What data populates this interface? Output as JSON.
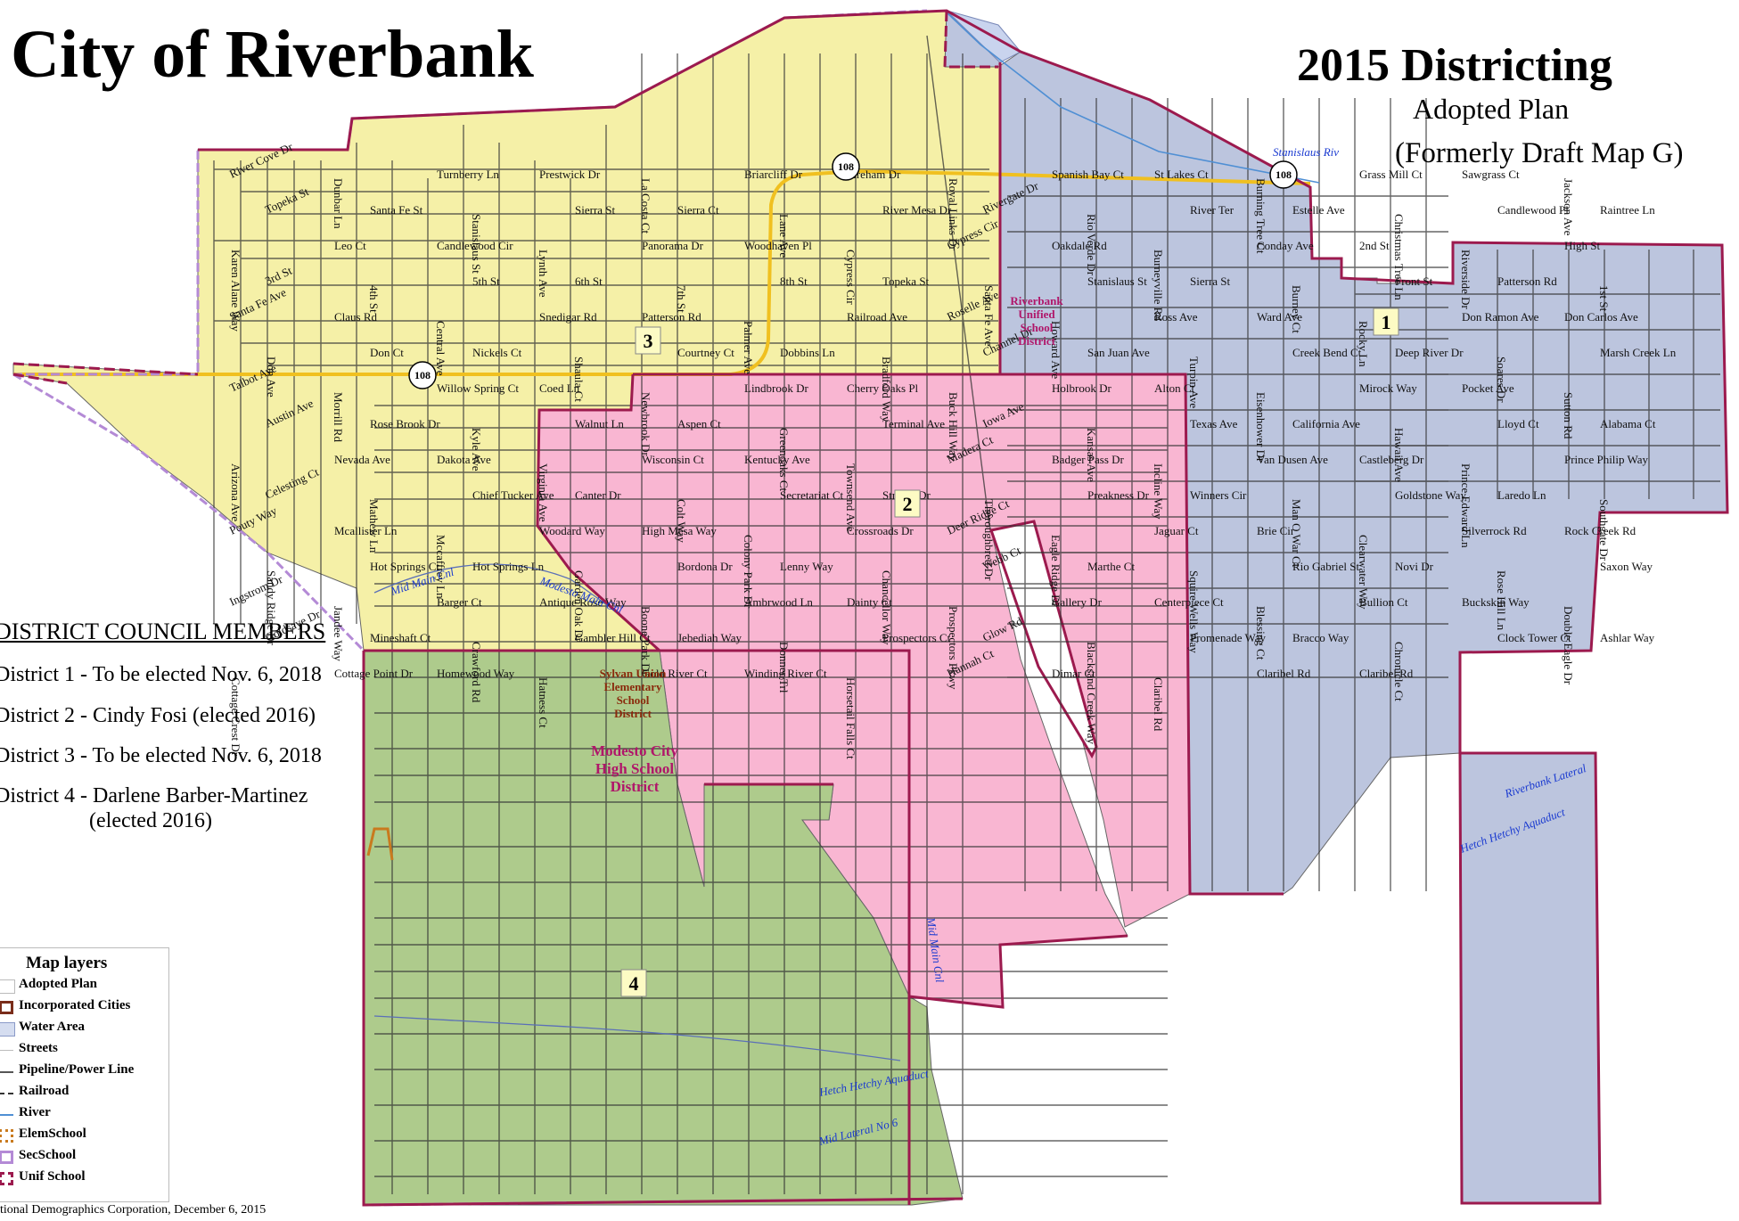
{
  "title": "City of Riverbank",
  "plan": {
    "heading": "2015 Districting",
    "subtitle": "Adopted Plan",
    "note": "(Formerly Draft Map G)"
  },
  "colors": {
    "district1": "#bcc5de",
    "district2": "#f9b6d2",
    "district3": "#f5f0a7",
    "district4": "#aecb8c",
    "boundary": "#9c1a4e",
    "highway": "#f0c020",
    "secschool": "#b48ad6",
    "elemschool": "#c97a1e",
    "river": "#4f8fd4"
  },
  "districts": [
    {
      "number": "1",
      "label": "1"
    },
    {
      "number": "2",
      "label": "2"
    },
    {
      "number": "3",
      "label": "3"
    },
    {
      "number": "4",
      "label": "4"
    }
  ],
  "council": {
    "heading": "DISTRICT COUNCIL MEMBERS",
    "members": [
      "District 1 - To be elected Nov. 6, 2018",
      "District 2 - Cindy Fosi (elected 2016)",
      "District 3 - To be elected Nov. 6, 2018",
      "District 4 - Darlene Barber-Martinez",
      "(elected 2016)"
    ]
  },
  "legend": {
    "title": "Map layers",
    "items": [
      {
        "label": "Adopted Plan",
        "icon": "adopted-plan-swatch"
      },
      {
        "label": "Incorporated Cities",
        "icon": "incorporated-cities-swatch"
      },
      {
        "label": "Water Area",
        "icon": "water-area-swatch"
      },
      {
        "label": "Streets",
        "icon": "streets-line"
      },
      {
        "label": "Pipeline/Power Line",
        "icon": "pipeline-line"
      },
      {
        "label": "Railroad",
        "icon": "railroad-line"
      },
      {
        "label": "River",
        "icon": "river-line"
      },
      {
        "label": "ElemSchool",
        "icon": "elemschool-swatch"
      },
      {
        "label": "SecSchool",
        "icon": "secschool-swatch"
      },
      {
        "label": "Unif School",
        "icon": "unifschool-swatch"
      }
    ]
  },
  "credit": "tional Demographics Corporation, December 6, 2015",
  "school_labels": [
    "Riverbank",
    "Unified",
    "School",
    "District",
    "Sylvan Union",
    "Elementary",
    "School",
    "District",
    "Modesto City",
    "High School",
    "District"
  ],
  "water_labels": [
    "Stanislaus Riv",
    "Modesto Main Cnl",
    "Mid Main Cnl",
    "Mid Main Cnl",
    "Hetch Hetchy Aquaduct",
    "Mid Lateral No 6",
    "Riverbank Lateral",
    "Hetch Hetchy Aquaduct"
  ],
  "highway_shields": [
    "108",
    "108",
    "108"
  ],
  "streets": [
    "River Cove Dr",
    "Dunbar Ln",
    "Turnberry Ln",
    "Prestwick Dr",
    "La Costa Ct",
    "Briarcliff Dr",
    "Fireham Dr",
    "Royal Links Dr",
    "Spanish Bay Ct",
    "St Lakes Ct",
    "Burning Tree Ct",
    "Grass Mill Ct",
    "Sawgrass Ct",
    "Jackson Ave",
    "Topeka St",
    "Santa Fe St",
    "Stanislaus St",
    "Sierra St",
    "Sierra Ct",
    "Lane Ave",
    "River Mesa Dr",
    "Rivergate Dr",
    "Rio Verde Dr",
    "River Ter",
    "Estelle Ave",
    "Christmas Tree Ln",
    "Candlewood Pl",
    "Raintree Ln",
    "Karen Alane Way",
    "Leo Ct",
    "Candlewood Cir",
    "Lynth Ave",
    "Panorama Dr",
    "Woodhaven Pl",
    "Cypress Cir",
    "Cypress Cir",
    "Oakdale Rd",
    "Burneyville Rd",
    "Conday Ave",
    "2nd St",
    "Riverside Dr",
    "High St",
    "3rd St",
    "4th St",
    "5th St",
    "6th St",
    "7th St",
    "8th St",
    "Topeka St",
    "Santa Fe Ave",
    "Stanislaus St",
    "Sierra St",
    "Burney Ct",
    "Front St",
    "Patterson Rd",
    "1st St",
    "Santa Fe Ave",
    "Claus Rd",
    "Central Ave",
    "Snedigar Rd",
    "Patterson Rd",
    "Palmer Ave",
    "Railroad Ave",
    "Roselle Ave",
    "Howard Ave",
    "Ross Ave",
    "Ward Ave",
    "Rocky Ln",
    "Don Ramon Ave",
    "Don Carlos Ave",
    "Don Ave",
    "Don Ct",
    "Nickels Ct",
    "Shaula Ct",
    "Courtney Ct",
    "Dobbins Ln",
    "Bradford Way",
    "Channel Dr",
    "San Juan Ave",
    "Turpin Ave",
    "Creek Bend Ct",
    "Deep River Dr",
    "Soares Dr",
    "Marsh Creek Ln",
    "Talbot Ave",
    "Morrill Rd",
    "Willow Spring Ct",
    "Coed Ln",
    "Newbrook Dr",
    "Lindbrook Dr",
    "Cherry Oaks Pl",
    "Buck Hill Way",
    "Holbrook Dr",
    "Alton Ct",
    "Eisenhower Dr",
    "Mirock Way",
    "Pocket Ave",
    "Sutton Rd",
    "Austin Ave",
    "Rose Brook Dr",
    "Kyle Ave",
    "Walnut Ln",
    "Aspen Ct",
    "Greenoaks Ct",
    "Terminal Ave",
    "Iowa Ave",
    "Kansas Ave",
    "Texas Ave",
    "California Ave",
    "Hawaii Ave",
    "Lloyd Ct",
    "Alabama Ct",
    "Arizona Ave",
    "Nevada Ave",
    "Dakota Ave",
    "Virginia Ave",
    "Wisconsin Ct",
    "Kentucky Ave",
    "Townsend Ave",
    "Madera Ct",
    "Badger Pass Dr",
    "Incline Way",
    "Van Dusen Ave",
    "Castleberg Dr",
    "Prince Edward Ln",
    "Prince Philip Way",
    "Celesting Ct",
    "Mathew Ln",
    "Chief Tucker Ave",
    "Canter Dr",
    "Colt Way",
    "Secretariat Ct",
    "Stretch Dr",
    "Thoroughbred Dr",
    "Preakness Dr",
    "Winners Cir",
    "Man O War Ct",
    "Goldstone Way",
    "Laredo Ln",
    "Southgate Dr",
    "Pouty Way",
    "Mcallister Ln",
    "Mccaffrey Ln",
    "Woodard Way",
    "High Mesa Way",
    "Colony Park Dr",
    "Crossroads Dr",
    "Deer Ridge Ct",
    "Eagle Ridge Dr",
    "Jaguar Ct",
    "Brie Cir",
    "Clearwater Way",
    "Silverrock Rd",
    "Rock Creek Rd",
    "Sandy Ridge Dr",
    "Hot Springs Ct",
    "Hot Springs Ln",
    "Garden Oak Dr",
    "Bordona Dr",
    "Lenny Way",
    "Chancellor Way",
    "Webb Ct",
    "Marthe Ct",
    "Squire Wells Way",
    "Rio Gabriel St",
    "Novi Dr",
    "Rose Hill Ln",
    "Saxon Way",
    "Ingstrom Dr",
    "Jandee Way",
    "Barger Ct",
    "Antique Rose Way",
    "Boone Park Dr",
    "Ambrwood Ln",
    "Dainty Ct",
    "Prospectors Pkwy",
    "Gallery Dr",
    "Centerpiece Ct",
    "Blessing Ct",
    "Bullion Ct",
    "Buckskin Way",
    "Double Eagle Dr",
    "Goldsaye Dr",
    "Mineshaft Ct",
    "Crawford Rd",
    "Gambler Hill Ct",
    "Jebediah Way",
    "Donner Trl",
    "Prospectors Ct",
    "Glow Rd",
    "Blacksand Creek Way",
    "Promenade Way",
    "Bracco Way",
    "Chronicle Ct",
    "Clock Tower Ct",
    "Ashlar Way",
    "Cottage Crest Dr",
    "Cottage Point Dr",
    "Homewood Way",
    "Hatness Ct",
    "Gold River Ct",
    "Winding River Ct",
    "Horsetail Falls Ct",
    "Hannah Ct",
    "Dimar Ct",
    "Claribel Rd",
    "Claribel Rd",
    "Claribel Rd"
  ]
}
